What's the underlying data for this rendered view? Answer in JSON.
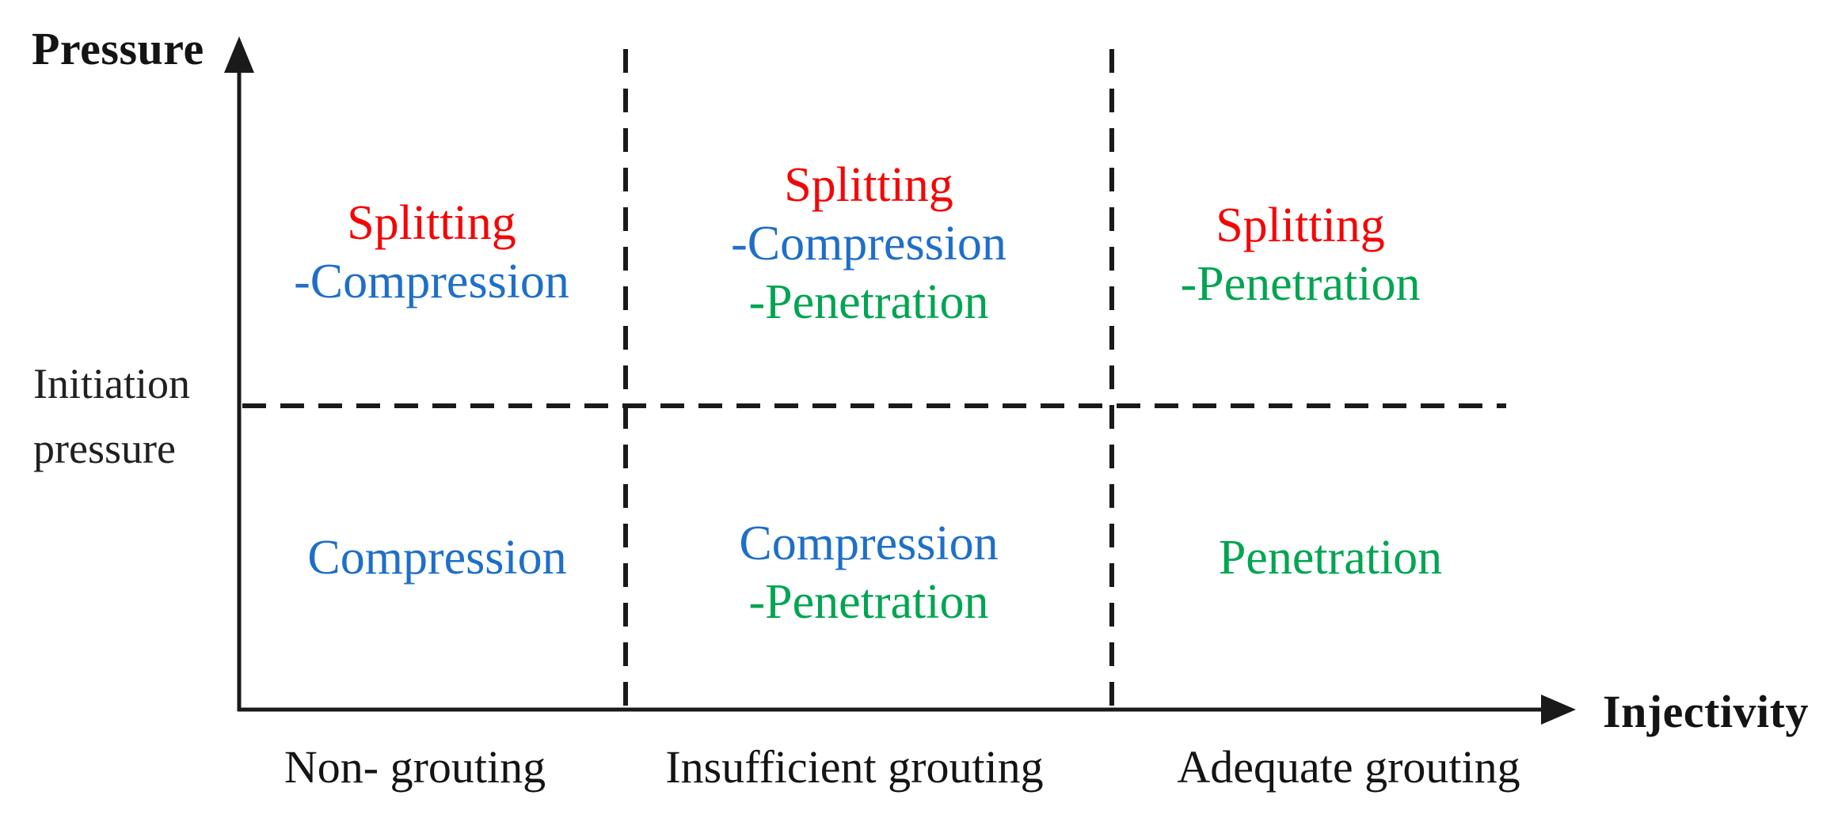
{
  "figure": {
    "axes": {
      "y_axis_label": "Pressure",
      "x_axis_label": "Injectivity",
      "y_reference_label_line1": "Initiation",
      "y_reference_label_line2": "pressure"
    },
    "x_categories": [
      {
        "label": "Non- grouting"
      },
      {
        "label": "Insufficient grouting"
      },
      {
        "label": "Adequate grouting"
      }
    ],
    "regions": {
      "upper": [
        {
          "lines": [
            {
              "text": "Splitting",
              "color": "splitting"
            },
            {
              "text": "-Compression",
              "color": "compression"
            }
          ]
        },
        {
          "lines": [
            {
              "text": "Splitting",
              "color": "splitting"
            },
            {
              "text": "-Compression",
              "color": "compression"
            },
            {
              "text": "-Penetration",
              "color": "penetration"
            }
          ]
        },
        {
          "lines": [
            {
              "text": "Splitting",
              "color": "splitting"
            },
            {
              "text": "-Penetration",
              "color": "penetration"
            }
          ]
        }
      ],
      "lower": [
        {
          "lines": [
            {
              "text": "Compression",
              "color": "compression"
            }
          ]
        },
        {
          "lines": [
            {
              "text": "Compression",
              "color": "compression"
            },
            {
              "text": "-Penetration",
              "color": "penetration"
            }
          ]
        },
        {
          "lines": [
            {
              "text": "Penetration",
              "color": "penetration"
            }
          ]
        }
      ]
    },
    "colors": {
      "splitting": "#f40606",
      "compression": "#1e6fc8",
      "penetration": "#00a551",
      "axis": "#141414",
      "reference_label": "#202020"
    }
  },
  "chart_data": {
    "type": "table",
    "xlabel": "Injectivity",
    "ylabel": "Pressure",
    "reference_line": "Initiation pressure",
    "columns": [
      "Non- grouting",
      "Insufficient grouting",
      "Adequate grouting"
    ],
    "rows": [
      "above initiation pressure",
      "below initiation pressure"
    ],
    "cells": [
      [
        "Splitting -Compression",
        "Splitting -Compression -Penetration",
        "Splitting -Penetration"
      ],
      [
        "Compression",
        "Compression -Penetration",
        "Penetration"
      ]
    ]
  }
}
